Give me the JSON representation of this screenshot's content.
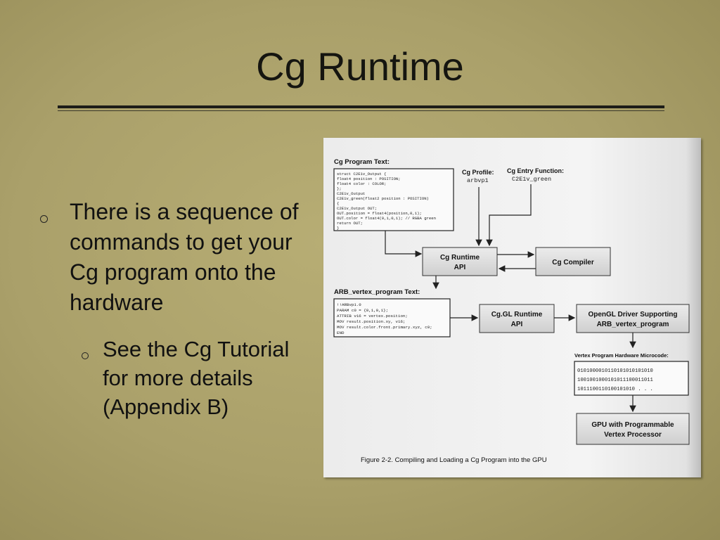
{
  "slide": {
    "title": "Cg Runtime",
    "bullets": [
      {
        "text": "There is a sequence of commands to get your Cg program onto the hardware"
      },
      {
        "text": "See the Cg Tutorial for more details (Appendix B)"
      }
    ]
  },
  "figure": {
    "caption": "Figure 2-2.  Compiling and Loading a Cg Program into the GPU",
    "cg_program_label": "Cg Program Text:",
    "cg_program_lines": [
      "struct C2E1v_Output {",
      "  float4 position : POSITION;",
      "  float4 color    : COLOR;",
      "};",
      "C2E1v_Output",
      "C2E1v_green(float2 position : POSITION)",
      "{",
      "  C2E1v_Output OUT;",
      "  OUT.position = float4(position,0,1);",
      "  OUT.color = float4(0,1,0,1); // RGBA green",
      "  return OUT;",
      "}"
    ],
    "profile_label": "Cg Profile:",
    "profile_value": "arbvp1",
    "entry_label": "Cg Entry Function:",
    "entry_value": "C2E1v_green",
    "runtime_box": [
      "Cg Runtime",
      "API"
    ],
    "compiler_box": "Cg Compiler",
    "arb_label": "ARB_vertex_program Text:",
    "arb_lines": [
      "!!ARBvp1.0",
      "PARAM c0 = {0,1,0,1};",
      "ATTRIB v16 = vertex.position;",
      "MOV result.position.xy, v16;",
      "MOV result.color.front.primary.xyz, c0;",
      "END"
    ],
    "cggl_box": [
      "Cg.GL Runtime",
      "API"
    ],
    "opengl_box": [
      "OpenGL Driver Supporting",
      "ARB_vertex_program"
    ],
    "microcode_label": "Vertex Program Hardware Microcode:",
    "microcode_lines": [
      "0101000010110101010101010",
      "1001001000101011100011011",
      "1011100110100101010 . . ."
    ],
    "gpu_box": [
      "GPU with Programmable",
      "Vertex Processor"
    ]
  }
}
